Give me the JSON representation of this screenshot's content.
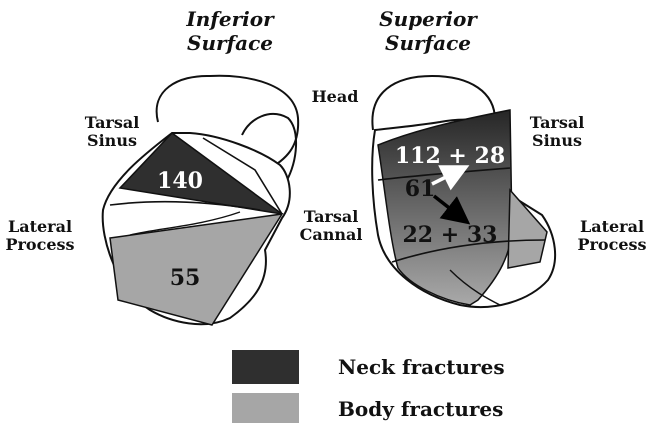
{
  "views": {
    "inferior": {
      "title_line1": "Inferior",
      "title_line2": "Surface"
    },
    "superior": {
      "title_line1": "Superior",
      "title_line2": "Surface"
    }
  },
  "labels": {
    "head": "Head",
    "tarsal_sinus_left_1": "Tarsal",
    "tarsal_sinus_left_2": "Sinus",
    "tarsal_sinus_right_1": "Tarsal",
    "tarsal_sinus_right_2": "Sinus",
    "lateral_process_left_1": "Lateral",
    "lateral_process_left_2": "Process",
    "lateral_process_right_1": "Lateral",
    "lateral_process_right_2": "Process",
    "tarsal_cannal_1": "Tarsal",
    "tarsal_cannal_2": "Cannal"
  },
  "counts": {
    "inferior_neck": "140",
    "inferior_body": "55",
    "superior_top": "112 + 28",
    "superior_middle": "61",
    "superior_bottom": "22 + 33"
  },
  "legend": {
    "neck": "Neck fractures",
    "body": "Body fractures"
  },
  "colors": {
    "neck": "#2f2f2f",
    "body": "#a6a6a6",
    "outline": "#111111",
    "white_arrow": "#ffffff",
    "black_arrow": "#000000"
  }
}
